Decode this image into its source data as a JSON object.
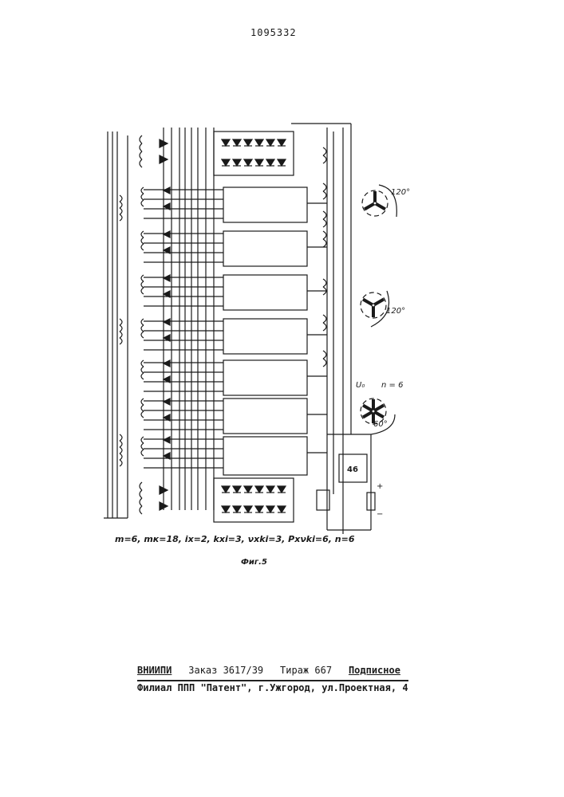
{
  "page_number": "1095332",
  "diagram": {
    "angle_1": "120°",
    "angle_2": "120°",
    "angle_3": "60°",
    "vector_label": "U₀",
    "n_label": "n = 6",
    "block_label": "46",
    "plus": "+",
    "minus": "−"
  },
  "formula": "m=6, mк=18, iх=2, kхi=3, νхki=3, Pхνki=6, n=6",
  "figure_caption": "Фиг.5",
  "footer": {
    "org": "ВНИИПИ",
    "order": "Заказ 3617/39",
    "circulation": "Тираж 667",
    "subscription": "Подписное",
    "branch": "Филиал ППП \"Патент\", г.Ужгород, ул.Проектная, 4"
  }
}
